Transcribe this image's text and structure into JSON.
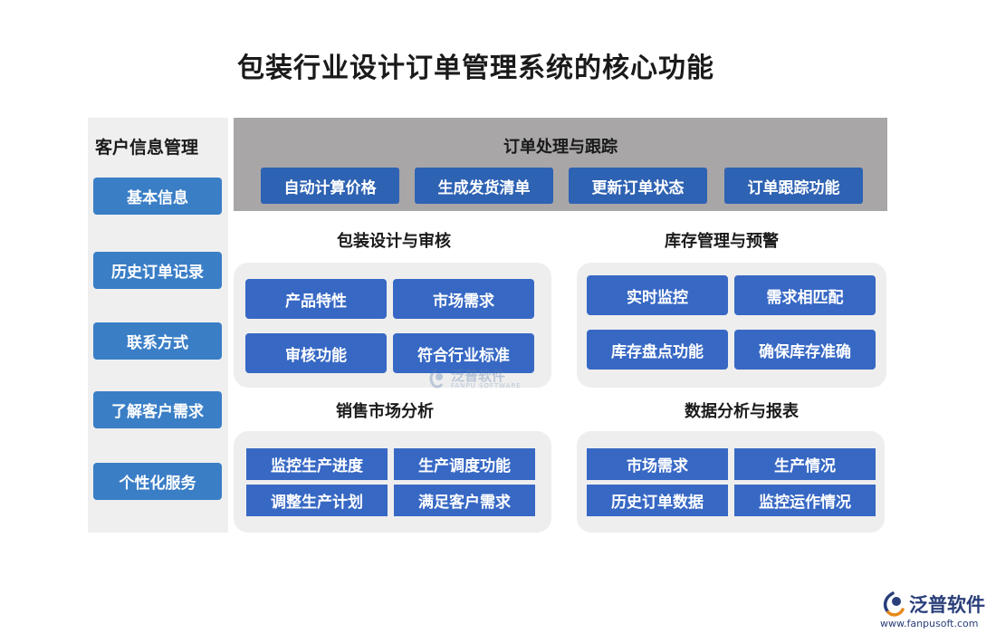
{
  "title": "包装行业设计订单管理系统的核心功能",
  "sidebar": {
    "title": "客户信息管理",
    "items": [
      "基本信息",
      "历史订单记录",
      "联系方式",
      "了解客户需求",
      "个性化服务"
    ]
  },
  "order": {
    "title": "订单处理与跟踪",
    "items": [
      "自动计算价格",
      "生成发货清单",
      "更新订单状态",
      "订单跟踪功能"
    ]
  },
  "packaging": {
    "title": "包装设计与审核",
    "items": [
      "产品特性",
      "市场需求",
      "审核功能",
      "符合行业标准"
    ]
  },
  "inventory": {
    "title": "库存管理与预警",
    "items": [
      "实时监控",
      "需求相匹配",
      "库存盘点功能",
      "确保库存准确"
    ]
  },
  "sales": {
    "title": "销售市场分析",
    "items": [
      "监控生产进度",
      "生产调度功能",
      "调整生产计划",
      "满足客户需求"
    ]
  },
  "reports": {
    "title": "数据分析与报表",
    "items": [
      "市场需求",
      "生产情况",
      "历史订单数据",
      "监控运作情况"
    ]
  },
  "watermark": {
    "main": "泛普软件",
    "sub": "FANPU SOFTWARE"
  },
  "logo": {
    "main": "泛普软件",
    "url": "www.fanpusoft.com"
  },
  "colors": {
    "accent_blue": "#3768c4",
    "sidebar_blue": "#3a7ec6",
    "band_gray": "#a8a6a6",
    "panel_gray": "#eeeeee"
  }
}
